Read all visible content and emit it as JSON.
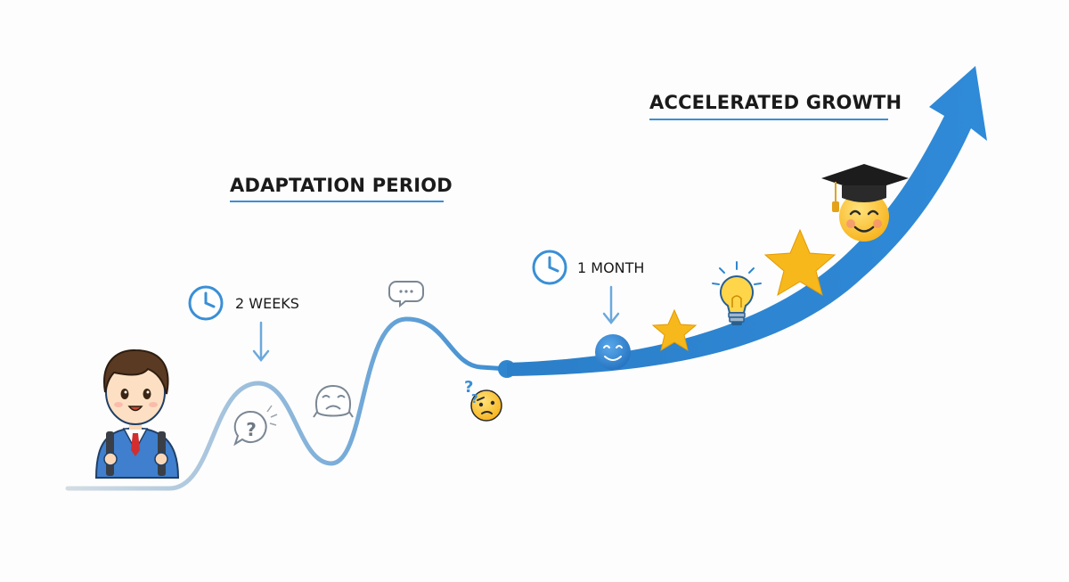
{
  "phases": {
    "adaptation": {
      "title": "ADAPTATION PERIOD"
    },
    "acceleration": {
      "title": "ACCELERATED GROWTH"
    }
  },
  "milestones": [
    {
      "label": "2 WEEKS",
      "icon": "clock-icon"
    },
    {
      "label": "1 MONTH",
      "icon": "clock-icon"
    }
  ],
  "icons": {
    "student": "student-with-backpack",
    "confused": "question-speech-bubble",
    "worried": "worried-face",
    "thinking": "ellipsis-speech-bubble",
    "puzzled": "puzzled-face-emoji",
    "happy": "smiling-face",
    "star": "star-icon",
    "idea": "lightbulb-icon",
    "graduate": "graduation-cap-smiling-face"
  },
  "colors": {
    "curve_start": "#c9d6e0",
    "curve_end": "#2f86cf",
    "arrow": "#2f86cf",
    "underline": "#3a8fd6",
    "star": "#f5b400",
    "emoji": "#ffc83d"
  }
}
